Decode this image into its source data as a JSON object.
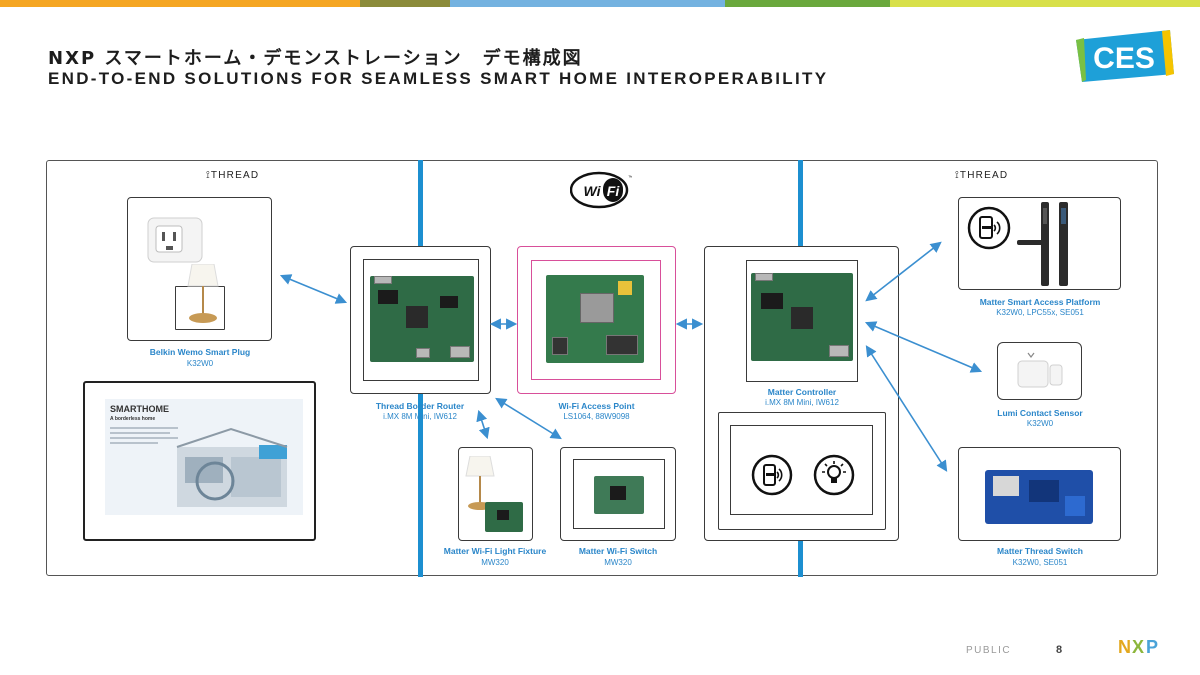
{
  "header": {
    "title_jp": "NXP スマートホーム・デモンストレーション　デモ構成図",
    "title_en": "END-TO-END SOLUTIONS FOR SEAMLESS SMART HOME INTEROPERABILITY"
  },
  "colors": {
    "accent_blue": "#1c8fd0",
    "label_blue": "#2a86c9",
    "wifi_pink": "#d84f9a",
    "topbar": [
      "#f5a623",
      "#8b8b3a",
      "#74b2e0",
      "#6aa83c",
      "#d8e04a"
    ]
  },
  "logos": {
    "ces": "CES",
    "thread_left": "THREAD",
    "thread_right": "THREAD",
    "wifi": "WiFi",
    "nxp": "NXP"
  },
  "devices": {
    "belkin": {
      "name": "Belkin Wemo Smart Plug",
      "sub": "K32W0",
      "icons": [
        "smart-plug-icon",
        "lamp-icon"
      ]
    },
    "tv_panel": {
      "heading": "SMARTHOME",
      "tagline": "A borderless home"
    },
    "thread_border_router": {
      "name": "Thread Border Router",
      "sub": "i.MX 8M Mini, IW612"
    },
    "wifi_ap": {
      "name": "Wi-Fi Access Point",
      "sub": "LS1064, 88W9098"
    },
    "matter_controller": {
      "name": "Matter Controller",
      "sub": "i.MX 8M Mini, IW612",
      "icons": [
        "door-lock-icon",
        "light-bulb-icon"
      ]
    },
    "matter_wifi_light": {
      "name": "Matter Wi-Fi Light Fixture",
      "sub": "MW320"
    },
    "matter_wifi_switch": {
      "name": "Matter Wi-Fi Switch",
      "sub": "MW320"
    },
    "smart_access": {
      "name": "Matter Smart Access Platform",
      "sub": "K32W0, LPC55x, SE051"
    },
    "lumi_sensor": {
      "name": "Lumi Contact Sensor",
      "sub": "K32W0"
    },
    "thread_switch": {
      "name": "Matter Thread Switch",
      "sub": "K32W0, SE051"
    }
  },
  "footer": {
    "classification": "PUBLIC",
    "page_number": "8"
  }
}
